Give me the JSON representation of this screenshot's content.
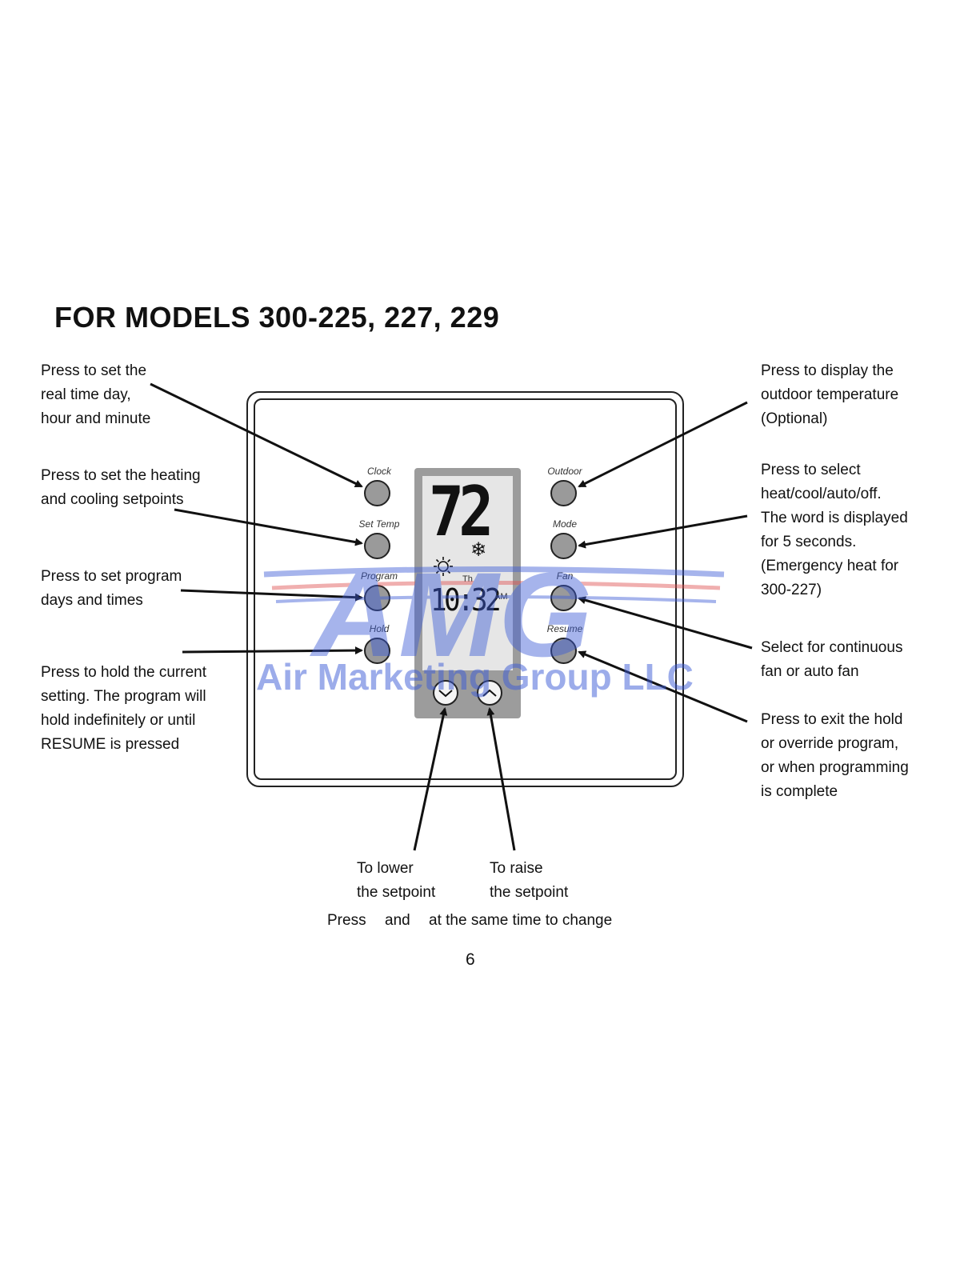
{
  "title": "FOR MODELS 300-225, 227, 229",
  "callouts": {
    "clock": [
      "Press to set the",
      "real time day,",
      "hour and minute"
    ],
    "set_temp": [
      "Press to set the heating",
      "and cooling setpoints"
    ],
    "program": [
      "Press to set program",
      "days and times"
    ],
    "hold": [
      "Press to hold the current",
      "setting. The program will",
      "hold indefinitely or until",
      "RESUME is pressed"
    ],
    "outdoor": [
      "Press to display the",
      "outdoor temperature",
      "(Optional)"
    ],
    "mode": [
      "Press to select",
      "heat/cool/auto/off.",
      "The word is displayed",
      "for 5 seconds.",
      "(Emergency heat for",
      "300-227)"
    ],
    "fan": [
      "Select for continuous",
      "fan or auto fan"
    ],
    "resume": [
      "Press to exit the hold",
      "or override program,",
      "or when programming",
      "is complete"
    ],
    "lower": [
      "To lower",
      "the setpoint"
    ],
    "raise": [
      "To raise",
      "the setpoint"
    ]
  },
  "bottom_note": {
    "press": "Press",
    "and": "and",
    "rest": "at the same time to change"
  },
  "page_number": "6",
  "thermostat": {
    "buttons_left": [
      "Clock",
      "Set Temp",
      "Program",
      "Hold"
    ],
    "buttons_right": [
      "Outdoor",
      "Mode",
      "Fan",
      "Resume"
    ],
    "display": {
      "temperature": "72",
      "day": "Th",
      "time": "10:32",
      "ampm": "AM"
    },
    "icons": [
      "sun-icon",
      "snowflake-icon",
      "down-arrow-icon",
      "up-arrow-icon"
    ]
  },
  "watermark": {
    "logo": "AMG",
    "text": "Air Marketing Group LLC"
  },
  "colors": {
    "button_fill": "#9a9a9a",
    "lcd_frame": "#9c9c9c",
    "lcd_screen": "#e6e6e6",
    "watermark_blue": "#3b5bd6",
    "watermark_red": "#e05050"
  }
}
